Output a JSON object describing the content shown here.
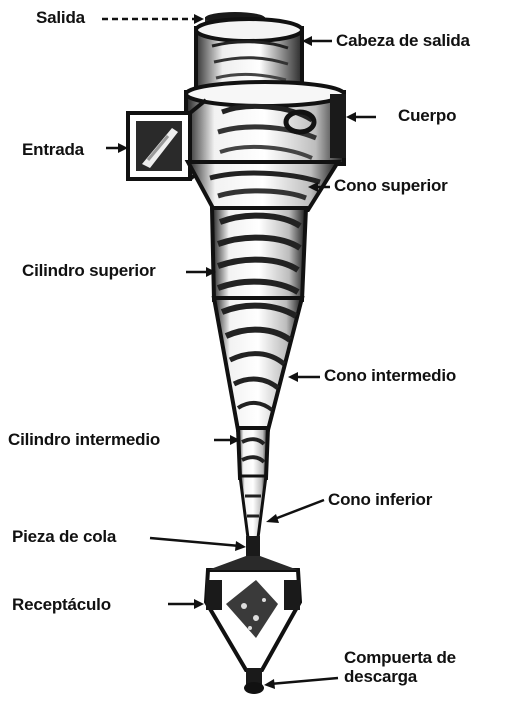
{
  "labels": {
    "salida": "Salida",
    "cabeza_de_salida": "Cabeza de salida",
    "cuerpo": "Cuerpo",
    "entrada": "Entrada",
    "cono_superior": "Cono superior",
    "cilindro_superior": "Cilindro superior",
    "cono_intermedio": "Cono intermedio",
    "cilindro_intermedio": "Cilindro intermedio",
    "cono_inferior": "Cono inferior",
    "pieza_de_cola": "Pieza de cola",
    "receptaculo": "Receptáculo",
    "compuerta_de_descarga": "Compuerta de descarga"
  },
  "colors": {
    "ink": "#111111",
    "paper": "#ffffff",
    "shade": "#555555"
  }
}
